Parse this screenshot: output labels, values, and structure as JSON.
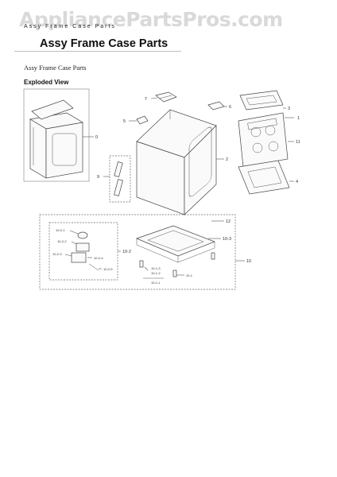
{
  "watermark": "AppliancePartsPros.com",
  "breadcrumb": "Assy Frame Case Parts",
  "title": "Assy Frame Case Parts",
  "subtitle": "Assy Frame Case Parts",
  "section": "Exploded View",
  "callouts": {
    "c0": "0",
    "c1": "1",
    "c2": "2",
    "c3": "3",
    "c4": "4",
    "c5": "5",
    "c6a": "6",
    "c6b": "6",
    "c7": "7",
    "c9": "9",
    "c10": "10",
    "c11": "11",
    "c12": "12",
    "c10_1": "10-1",
    "c10_2": "10-2",
    "c10_3": "10-3",
    "c10_1_1": "10-1-1",
    "c10_1_2": "10-1-2",
    "c10_1_3": "10-1-3",
    "c10_2_1": "10-2-1",
    "c10_2_2": "10-2-2",
    "c10_2_3": "10-2-3",
    "c10_2_4": "10-2-4",
    "c10_2_5": "10-2-5"
  }
}
